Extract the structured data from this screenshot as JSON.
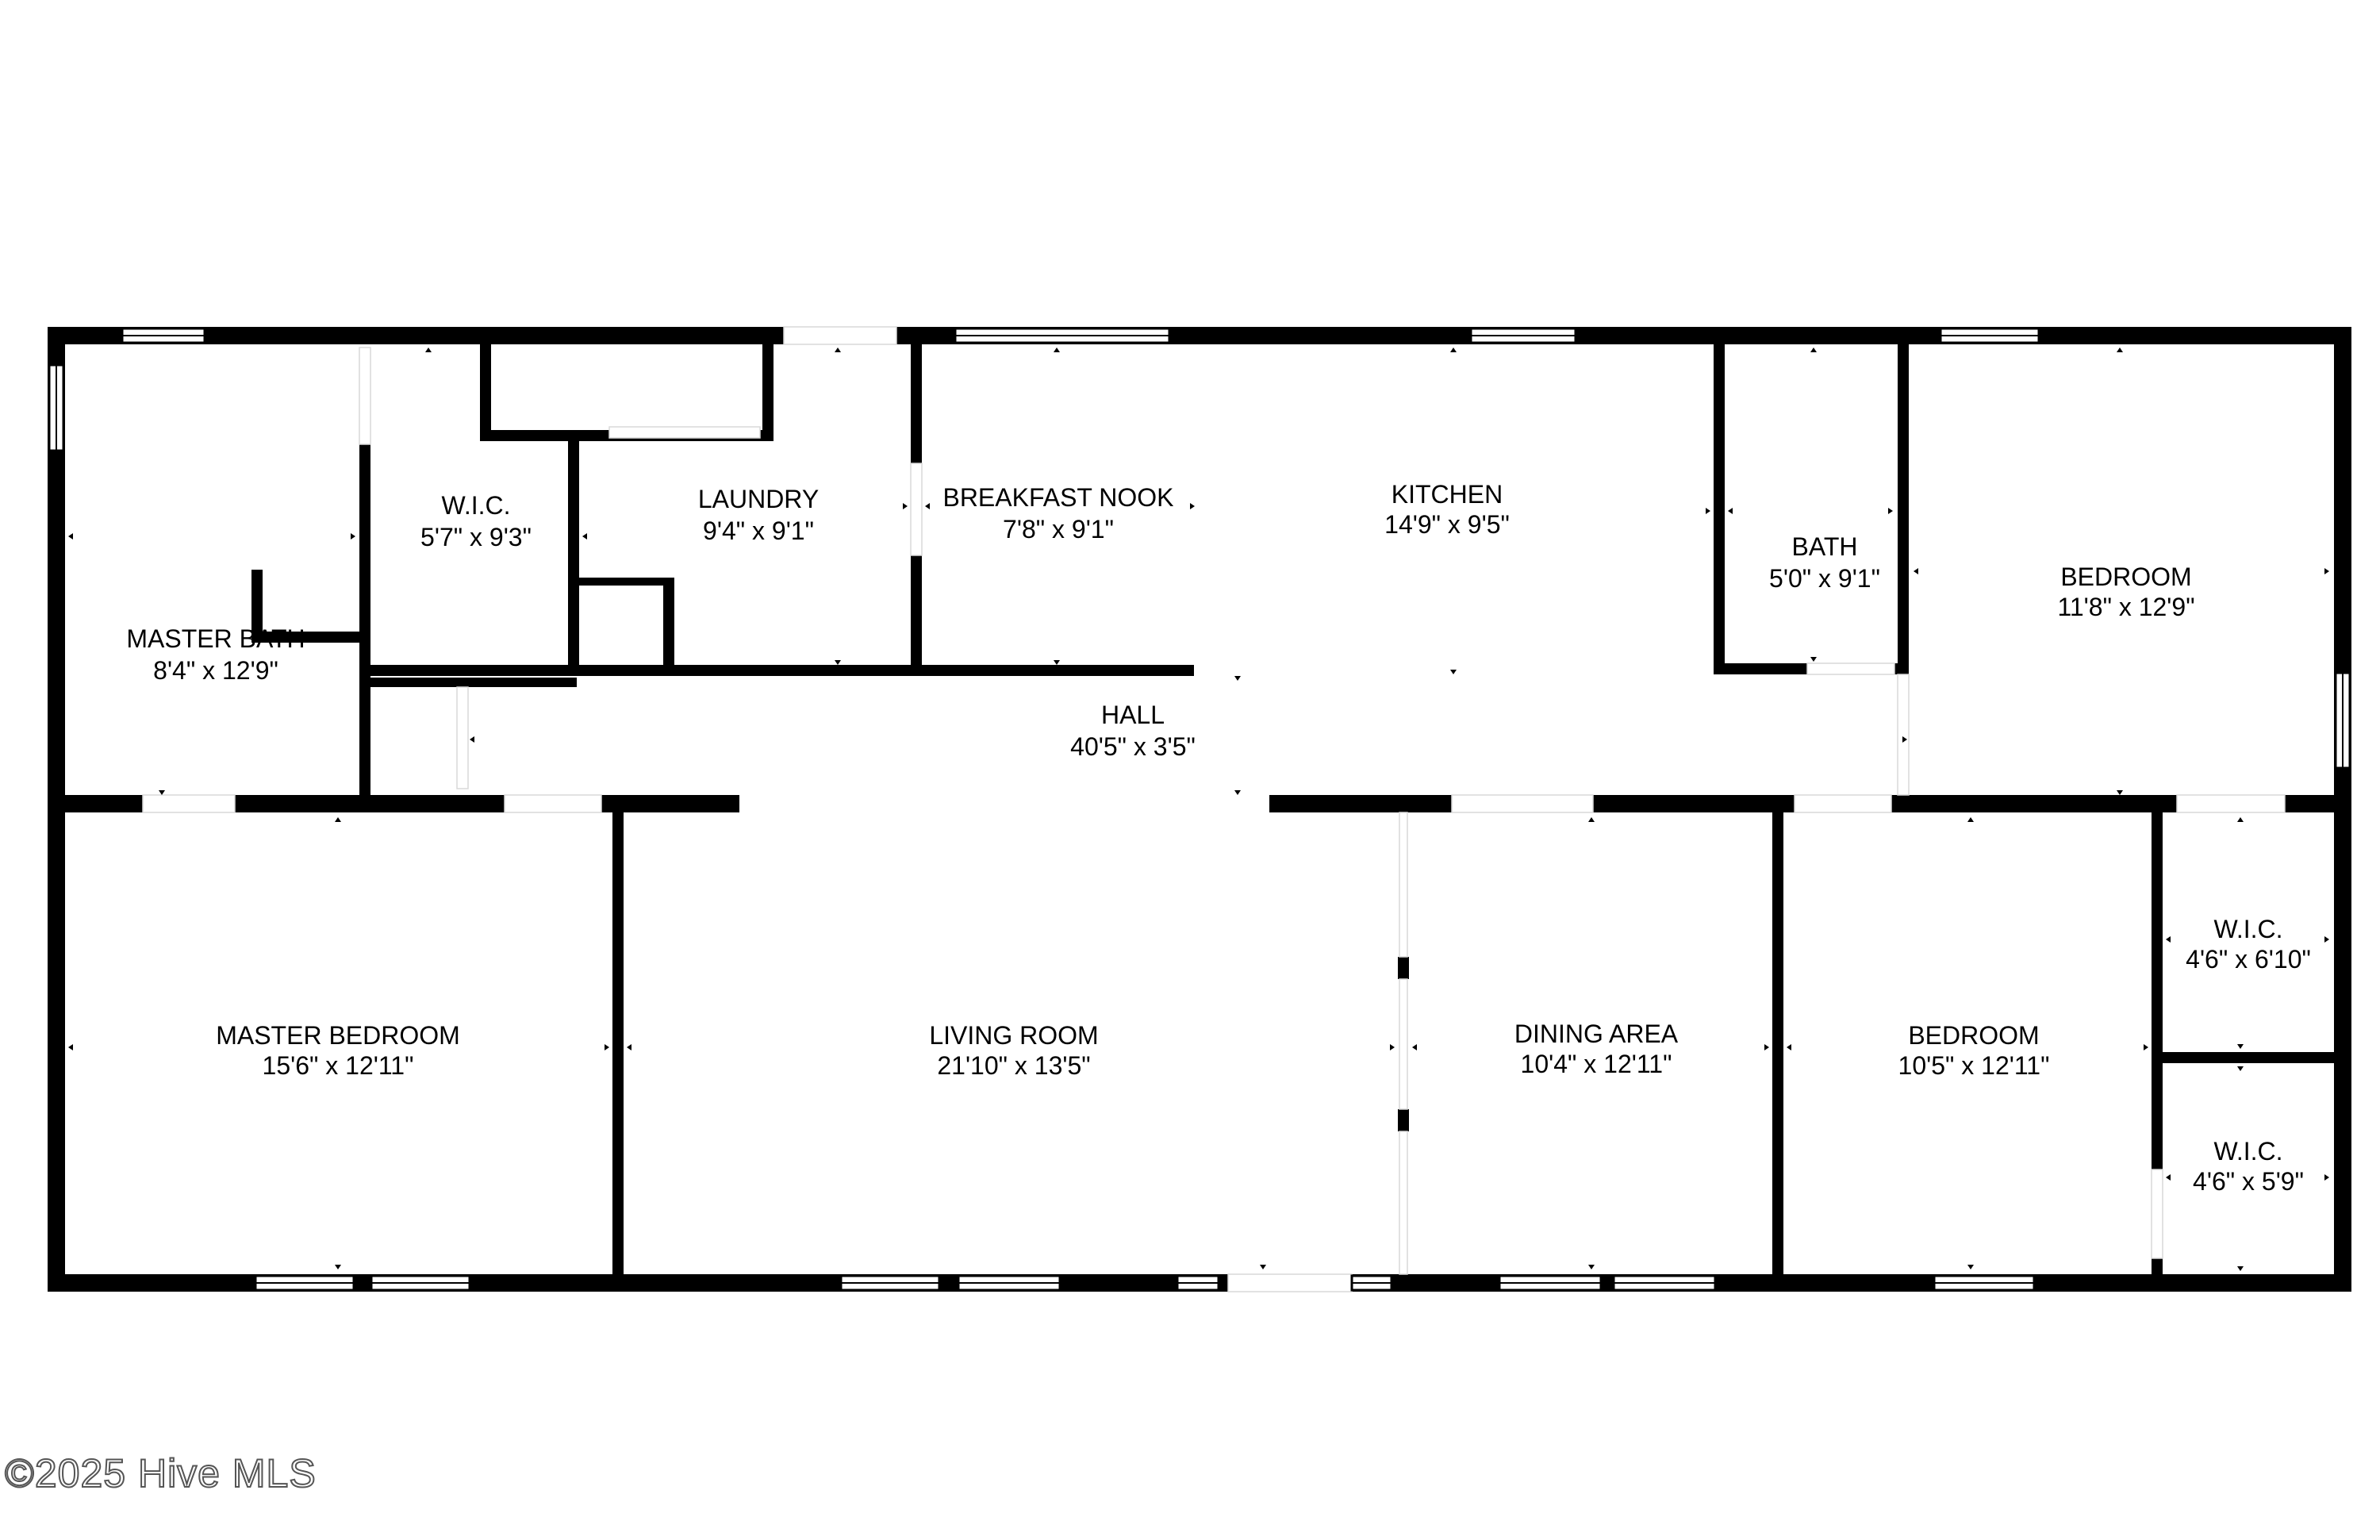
{
  "colors": {
    "wall": "#000000",
    "background": "#ffffff",
    "watermark_outline": "#555555"
  },
  "rooms": {
    "master_bath": {
      "name": "MASTER BATH",
      "dim": "8'4\" x 12'9\""
    },
    "wic_1": {
      "name": "W.I.C.",
      "dim": "5'7\" x 9'3\""
    },
    "laundry": {
      "name": "LAUNDRY",
      "dim": "9'4\" x 9'1\""
    },
    "breakfast_nook": {
      "name": "BREAKFAST NOOK",
      "dim": "7'8\" x 9'1\""
    },
    "kitchen": {
      "name": "KITCHEN",
      "dim": "14'9\" x 9'5\""
    },
    "bath": {
      "name": "BATH",
      "dim": "5'0\" x 9'1\""
    },
    "bedroom_1": {
      "name": "BEDROOM",
      "dim": "11'8\" x 12'9\""
    },
    "hall": {
      "name": "HALL",
      "dim": "40'5\" x 3'5\""
    },
    "master_bedroom": {
      "name": "MASTER BEDROOM",
      "dim": "15'6\" x 12'11\""
    },
    "living_room": {
      "name": "LIVING ROOM",
      "dim": "21'10\" x 13'5\""
    },
    "dining_area": {
      "name": "DINING AREA",
      "dim": "10'4\" x 12'11\""
    },
    "bedroom_2": {
      "name": "BEDROOM",
      "dim": "10'5\" x 12'11\""
    },
    "wic_2": {
      "name": "W.I.C.",
      "dim": "4'6\" x 6'10\""
    },
    "wic_3": {
      "name": "W.I.C.",
      "dim": "4'6\" x 5'9\""
    }
  },
  "watermark": "©2025 Hive MLS"
}
